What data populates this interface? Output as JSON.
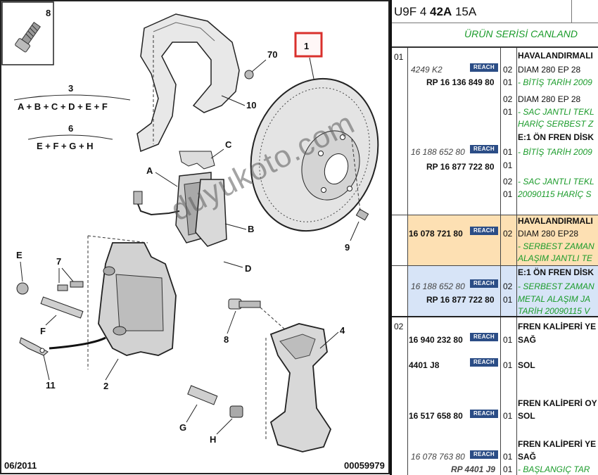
{
  "diagram": {
    "callouts": {
      "n8_box": "8",
      "n1_box": "1",
      "n70": "70",
      "n10": "10",
      "n3": "3",
      "formula3": "A + B + C + D + E + F",
      "n6": "6",
      "formula6": "E + F + G + H",
      "C": "C",
      "A": "A",
      "B": "B",
      "D": "D",
      "E": "E",
      "n7": "7",
      "F": "F",
      "n11": "11",
      "n2": "2",
      "G": "G",
      "H": "H",
      "n8": "8",
      "n4": "4",
      "n9": "9"
    },
    "date": "06/2011",
    "ref": "00059979",
    "highlight_color": "#d9302c"
  },
  "watermark": "duyukoto.com",
  "catalog": {
    "header": {
      "prefix": "U9F 4 ",
      "bold": "42A",
      "suffix": " 15A"
    },
    "series_title": "ÜRÜN SERİSİ CANLAND",
    "badge_text": "REACH",
    "rows": [
      {
        "id": "g01",
        "group": "01"
      },
      {
        "id": "r1",
        "ref": "4249 K2",
        "badge": true,
        "q1": "02",
        "desc1": "DIAM 280 EP 28",
        "desc0": "HAVALANDIRMALI"
      },
      {
        "id": "r2",
        "pn": "RP 16 136 849 80",
        "q1": "01",
        "desc1": "- BİTİŞ TARİH 2009"
      },
      {
        "id": "r3",
        "q1": "02",
        "desc1": "DIAM 280 EP 28"
      },
      {
        "id": "r4",
        "q1": "01",
        "desc1": "- SAC JANTLI TEKL"
      },
      {
        "id": "r5",
        "desc1": "HARİÇ SERBEST Z"
      },
      {
        "id": "r6",
        "desc1": "E:1 ÖN FREN DİSK"
      },
      {
        "id": "r7",
        "ref": "16 188 652 80",
        "badge": true,
        "q1": "01",
        "desc1": "- BİTİŞ TARİH 2009"
      },
      {
        "id": "r8",
        "pn": "RP 16 877 722 80",
        "q1": "01"
      },
      {
        "id": "r9",
        "q1": "02",
        "desc1": "- SAC JANTLI TEKL"
      },
      {
        "id": "r10",
        "q1": "01",
        "desc1": "20090115 HARİÇ S"
      },
      {
        "id": "r11",
        "desc1": "HAVALANDIRMALI"
      },
      {
        "id": "r12",
        "pn": "16 078 721 80",
        "badge": true,
        "q1": "02",
        "desc1": "DIAM 280 EP28"
      },
      {
        "id": "r13",
        "desc1": "- SERBEST ZAMAN"
      },
      {
        "id": "r14",
        "desc1": "ALAŞIM JANTLI TE"
      },
      {
        "id": "r15",
        "desc1": "E:1 ÖN FREN DİSK"
      },
      {
        "id": "r16",
        "ref": "16 188 652 80",
        "badge": true,
        "q1": "02",
        "desc1": "- SERBEST ZAMAN"
      },
      {
        "id": "r17",
        "pn": "RP 16 877 722 80",
        "q1": "01",
        "desc1": "METAL ALAŞIM JA"
      },
      {
        "id": "r18",
        "desc1": "TARİH 20090115 V"
      },
      {
        "id": "g02",
        "group": "02"
      },
      {
        "id": "r19",
        "desc1": "FREN KALİPERİ YE"
      },
      {
        "id": "r20",
        "pn": "16 940 232 80",
        "badge": true,
        "q1": "01",
        "desc1": "SAĞ"
      },
      {
        "id": "r21",
        "pn": "4401 J8",
        "badge": true,
        "q1": "01",
        "desc1": "SOL"
      },
      {
        "id": "r22",
        "desc1": "FREN KALİPERİ OY"
      },
      {
        "id": "r23",
        "pn": "16 517 658 80",
        "badge": true,
        "q1": "01",
        "desc1": "SOL"
      },
      {
        "id": "r24",
        "desc1": "FREN KALİPERİ YE"
      },
      {
        "id": "r25",
        "ref": "16 078 763 80",
        "badge": true,
        "q1": "01",
        "desc1": "SAĞ"
      },
      {
        "id": "r26",
        "pn": "RP 4401 J9",
        "q1": "01",
        "desc1": "- BAŞLANGIÇ TAR"
      }
    ],
    "colors": {
      "orange_band": "#fde0b3",
      "blue_band": "#d7e4f7",
      "green_text": "#1a9b2a",
      "badge_bg": "#2b4d86"
    }
  }
}
